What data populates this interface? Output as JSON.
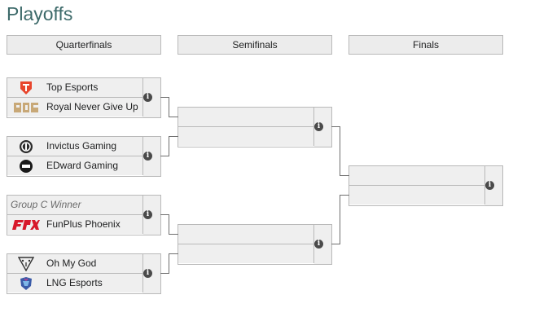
{
  "page_title": "Playoffs",
  "rounds": [
    "Quarterfinals",
    "Semifinals",
    "Finals"
  ],
  "quarterfinals": [
    {
      "top": {
        "name": "Top Esports",
        "logo": "top-esports-logo"
      },
      "bottom": {
        "name": "Royal Never Give Up",
        "logo": "rng-logo"
      }
    },
    {
      "top": {
        "name": "Invictus Gaming",
        "logo": "invictus-gaming-logo"
      },
      "bottom": {
        "name": "EDward Gaming",
        "logo": "edg-logo"
      }
    },
    {
      "top": {
        "name": "Group C Winner",
        "logo": ""
      },
      "bottom": {
        "name": "FunPlus Phoenix",
        "logo": "fpx-logo"
      }
    },
    {
      "top": {
        "name": "Oh My God",
        "logo": "omg-logo"
      },
      "bottom": {
        "name": "LNG Esports",
        "logo": "lng-logo"
      }
    }
  ],
  "info_icon_glyph": "i",
  "colors": {
    "title": "#3d6a6a",
    "cell": "#efefef",
    "border": "#b9b9b9",
    "connector": "#6f6f6f"
  }
}
